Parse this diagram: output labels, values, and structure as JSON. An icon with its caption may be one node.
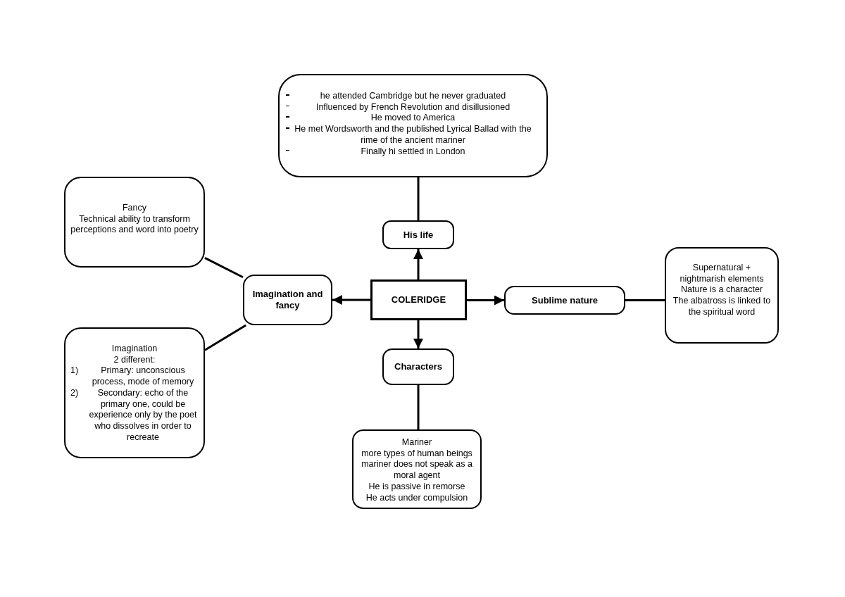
{
  "diagram": {
    "nodes": [
      {
        "text": [
          "he attended Cambridge but he never graduated",
          "Influenced by French Revolution and disillusioned",
          "He moved to America",
          "He met Wordsworth and the published Lyrical Ballad with the rime of the ancient mariner",
          "Finally hi settled in London"
        ]
      },
      {
        "text": [
          "Fancy",
          "Technical ability to transform perceptions and word into poetry"
        ]
      },
      {
        "text": [
          "His life"
        ]
      },
      {
        "text": [
          "Supernatural + nightmarish elements",
          "Nature is a character",
          "The albatross is linked to the spiritual word"
        ]
      },
      {
        "text": [
          "Imagination and fancy"
        ]
      },
      {
        "text": [
          "COLERIDGE"
        ]
      },
      {
        "text": [
          "Sublime nature"
        ]
      },
      {
        "text": [
          "Imagination",
          "2 different:",
          "1)",
          "Primary: unconscious process, mode of memory",
          "2)",
          "Secondary: echo of the primary one, could be experience only by the poet who dissolves in order to recreate"
        ]
      },
      {
        "text": [
          "Characters"
        ]
      },
      {
        "text": [
          "Mariner",
          "more types of human beings",
          "mariner does not speak as a moral agent",
          "He is passive in remorse",
          "He acts under compulsion"
        ]
      }
    ],
    "edges": [
      {
        "from": 5,
        "to": 2,
        "arrow": "to"
      },
      {
        "from": 5,
        "to": 4,
        "arrow": "to"
      },
      {
        "from": 5,
        "to": 6,
        "arrow": "to"
      },
      {
        "from": 5,
        "to": 8,
        "arrow": "to"
      },
      {
        "from": 2,
        "to": 0,
        "arrow": "none"
      },
      {
        "from": 4,
        "to": 1,
        "arrow": "none"
      },
      {
        "from": 4,
        "to": 7,
        "arrow": "none"
      },
      {
        "from": 6,
        "to": 3,
        "arrow": "none"
      },
      {
        "from": 8,
        "to": 9,
        "arrow": "none"
      }
    ]
  }
}
